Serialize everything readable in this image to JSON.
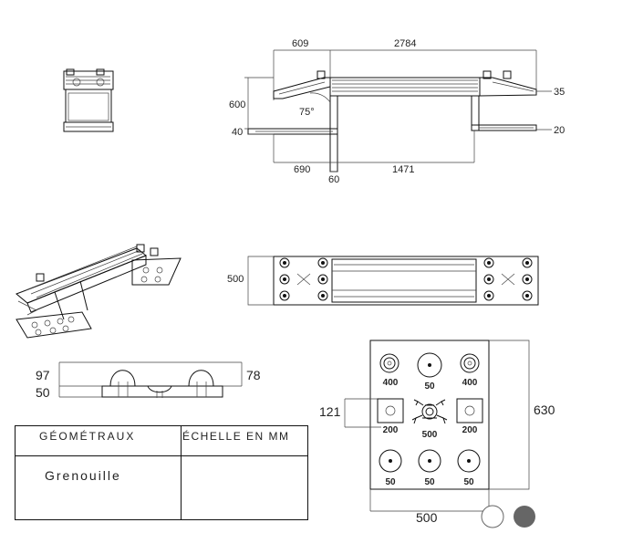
{
  "title_block": {
    "header_left": "GÉOMÉTRAUX",
    "header_right": "ÉCHELLE EN MM",
    "product_name": "Grenouille"
  },
  "top_elevation": {
    "dims": {
      "top_left": "609",
      "top_right": "2784",
      "right_upper": "35",
      "left_height": "600",
      "angle": "75°",
      "left_lower": "40",
      "right_lower": "20",
      "bottom_left": "690",
      "bottom_right": "1471",
      "bottom_post": "60"
    }
  },
  "plan_view": {
    "dims": {
      "width": "500"
    }
  },
  "end_section": {
    "dims": {
      "left_upper": "97",
      "left_lower": "50",
      "right": "78"
    }
  },
  "base_plate": {
    "dims": {
      "row_height": "121",
      "height": "630",
      "width": "500"
    },
    "holes": [
      {
        "label": "400"
      },
      {
        "label": "50"
      },
      {
        "label": "400"
      },
      {
        "label": "200"
      },
      {
        "label": "500"
      },
      {
        "label": "200"
      },
      {
        "label": "50"
      },
      {
        "label": "50"
      },
      {
        "label": "50"
      }
    ]
  },
  "colors": {
    "finish_1": "#ffffff",
    "finish_2": "#666666",
    "line": "#111111"
  }
}
